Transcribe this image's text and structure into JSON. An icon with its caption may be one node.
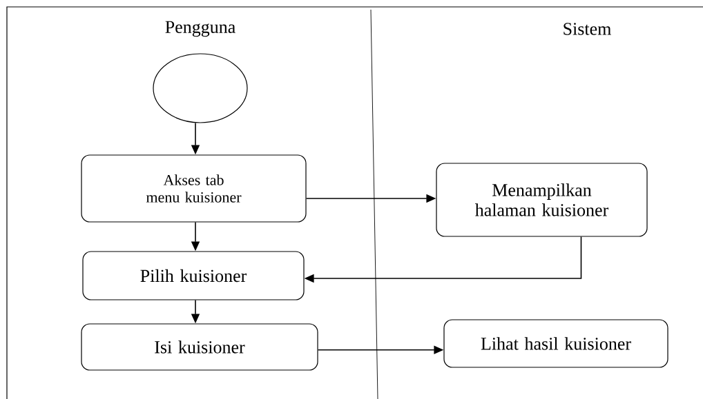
{
  "diagram": {
    "nodes": [
      {
        "text": [],
        "shape": "circle"
      },
      {
        "text": [
          "Akses tab menu kuisioner"
        ]
      },
      {
        "text": [
          "Menampilkan halaman kuisioner"
        ]
      },
      {
        "text": [
          "Pilih kuisioner"
        ]
      },
      {
        "text": [
          "Isi kuisioner"
        ]
      },
      {
        "text": [
          "Lihat hasil kuisioner"
        ]
      }
    ],
    "edges": [
      {
        "from": 0,
        "to": 1,
        "arrow": "to"
      },
      {
        "from": 1,
        "to": 2,
        "arrow": "to"
      },
      {
        "from": 1,
        "to": 3,
        "arrow": "to"
      },
      {
        "from": 2,
        "to": 3,
        "arrow": "to"
      },
      {
        "from": 3,
        "to": 4,
        "arrow": "to"
      },
      {
        "from": 4,
        "to": 5,
        "arrow": "to"
      }
    ],
    "labels": [
      "Pengguna",
      "Sistem"
    ]
  }
}
